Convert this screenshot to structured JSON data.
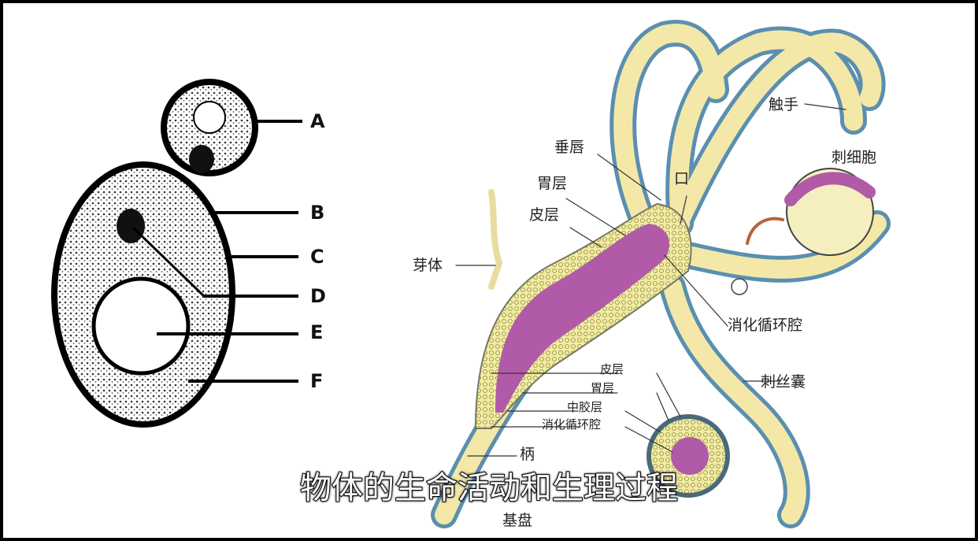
{
  "yeast_diagram": {
    "labels": [
      "A",
      "B",
      "C",
      "D",
      "E",
      "F"
    ]
  },
  "hydra_diagram": {
    "labels": {
      "tentacle": "触手",
      "cnidocyte": "刺细胞",
      "hypostome": "垂唇",
      "mouth": "口",
      "gastrodermis_top": "胃层",
      "epidermis_top": "皮层",
      "bud": "芽体",
      "gastrovascular_cavity": "消化循环腔",
      "epidermis": "皮层",
      "gastrodermis": "胃层",
      "mesoglea": "中胶层",
      "gastrovascular_cavity_section": "消化循环腔",
      "nematocyst": "刺丝囊",
      "stalk": "柄",
      "basal_disc": "基盘"
    }
  },
  "subtitle": "物体的生命活动和生理过程"
}
